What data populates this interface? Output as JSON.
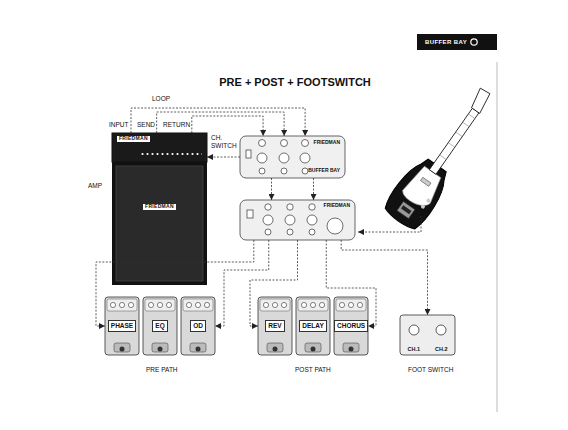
{
  "diagram": {
    "title": "PRE + POST + FOOTSWITCH",
    "nodes": [
      {
        "text": [
          "FRIEDMAN"
        ]
      },
      {
        "text": [
          "FRIEDMAN"
        ]
      },
      {
        "text": [
          "FRIEDMAN",
          "BUFFER BAY"
        ]
      },
      {
        "text": [
          "FRIEDMAN"
        ]
      },
      {
        "text": [
          "PHASE"
        ]
      },
      {
        "text": [
          "EQ"
        ]
      },
      {
        "text": [
          "OD"
        ]
      },
      {
        "text": [
          "REV"
        ]
      },
      {
        "text": [
          "DELAY"
        ]
      },
      {
        "text": [
          "CHORUS"
        ]
      },
      {
        "text": [
          "CH.1",
          "CH.2"
        ]
      }
    ],
    "edges": [
      {
        "from": 0,
        "to": 2,
        "arrow": "to"
      },
      {
        "from": 0,
        "to": 2,
        "arrow": "to"
      },
      {
        "from": 0,
        "to": 2,
        "arrow": "to"
      },
      {
        "from": 2,
        "to": 0,
        "arrow": "to"
      },
      {
        "from": 2,
        "to": 3,
        "arrow": "to"
      },
      {
        "from": 2,
        "to": 3,
        "arrow": "to"
      },
      {
        "from": 3,
        "to": 4,
        "arrow": "to"
      },
      {
        "from": 3,
        "to": 6,
        "arrow": "to"
      },
      {
        "from": 3,
        "to": 7,
        "arrow": "to"
      },
      {
        "from": 3,
        "to": 9,
        "arrow": "to"
      },
      {
        "from": 3,
        "to": 10,
        "arrow": "to"
      }
    ],
    "labels": [
      "BUFFER BAY",
      "LOOP",
      "INPUT",
      "SEND",
      "RETURN",
      "CH. SWITCH",
      "AMP",
      "PRE PATH",
      "POST PATH",
      "FOOT SWITCH"
    ]
  }
}
